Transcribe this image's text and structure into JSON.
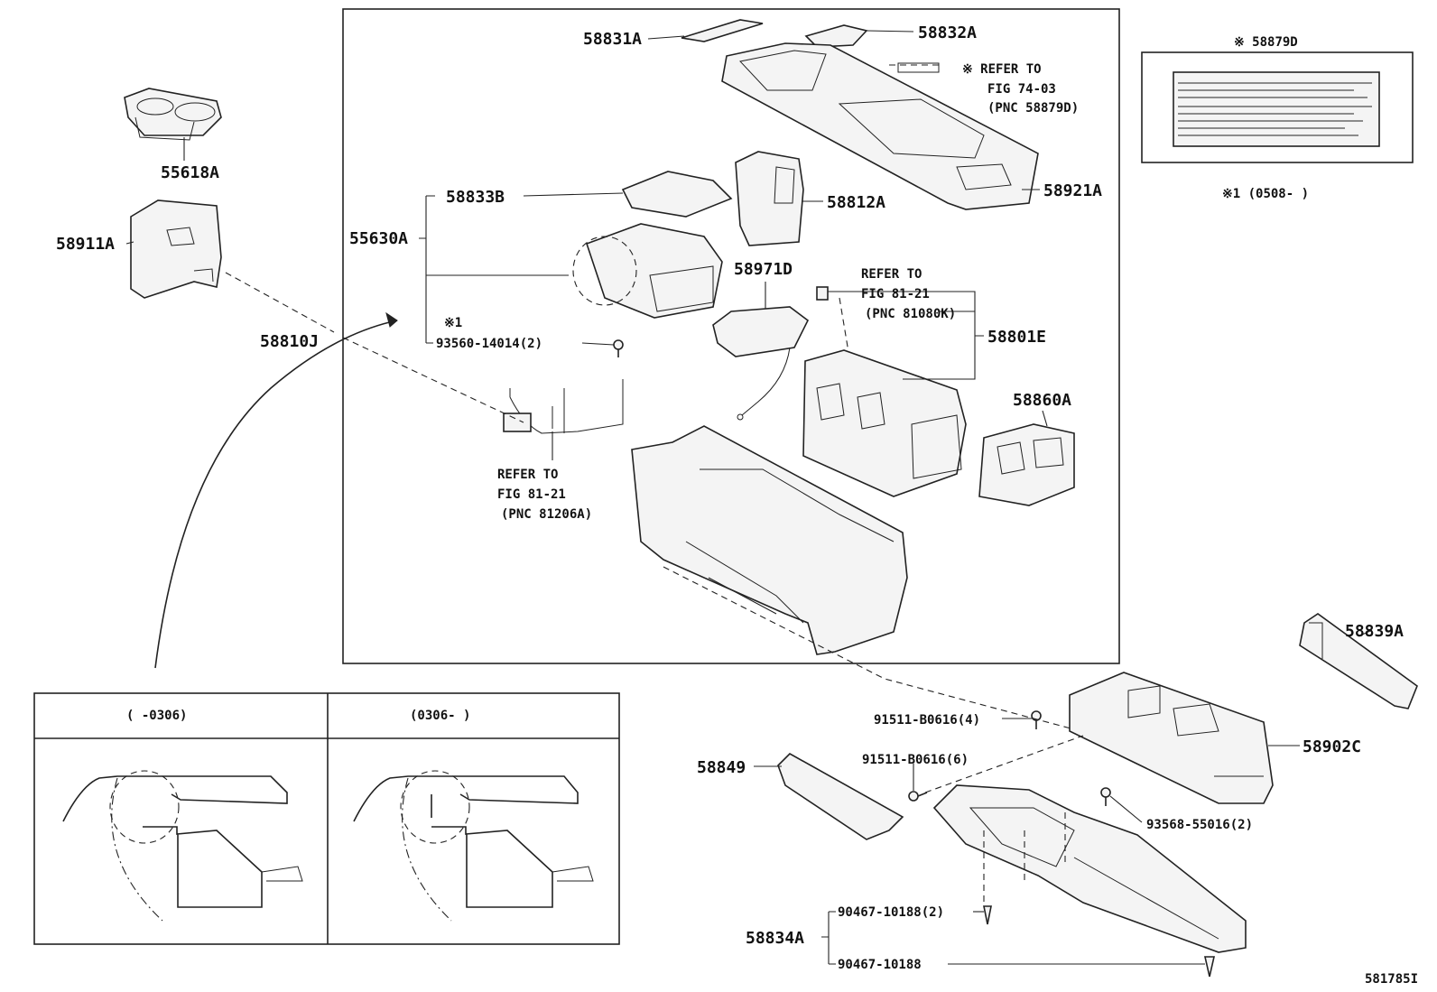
{
  "callouts": {
    "p58831A": "58831A",
    "p58832A": "58832A",
    "p55618A": "55618A",
    "p58833B": "58833B",
    "p55630A": "55630A",
    "p58812A": "58812A",
    "p58921A": "58921A",
    "p58911A": "58911A",
    "p58971D": "58971D",
    "p58801E": "58801E",
    "p58810J": "58810J",
    "p58860A": "58860A",
    "p93560": "93560-14014(2)",
    "p58839A": "58839A",
    "p91511a": "91511-B0616(4)",
    "p58902C": "58902C",
    "p58849": "58849",
    "p91511b": "91511-B0616(6)",
    "p93568": "93568-55016(2)",
    "p90467a": "90467-10188(2)",
    "p58834A": "58834A",
    "p90467b": "90467-10188",
    "p58879D": "※ 58879D"
  },
  "refs": {
    "ref1": [
      "※ REFER TO",
      "FIG 74-03",
      "(PNC 58879D)"
    ],
    "ref2": [
      "REFER TO",
      "FIG 81-21",
      "(PNC 81080K)"
    ],
    "ref3": [
      "REFER TO",
      "FIG 81-21",
      "(PNC 81206A)"
    ]
  },
  "notes": {
    "mark1": "※1",
    "note_date": "※1 (0508-    )",
    "figure_id": "581785I"
  },
  "inset": {
    "left_caption": "(     -0306)",
    "right_caption": "(0306-      )"
  },
  "colors": {
    "line": "#222222",
    "background": "#ffffff"
  }
}
